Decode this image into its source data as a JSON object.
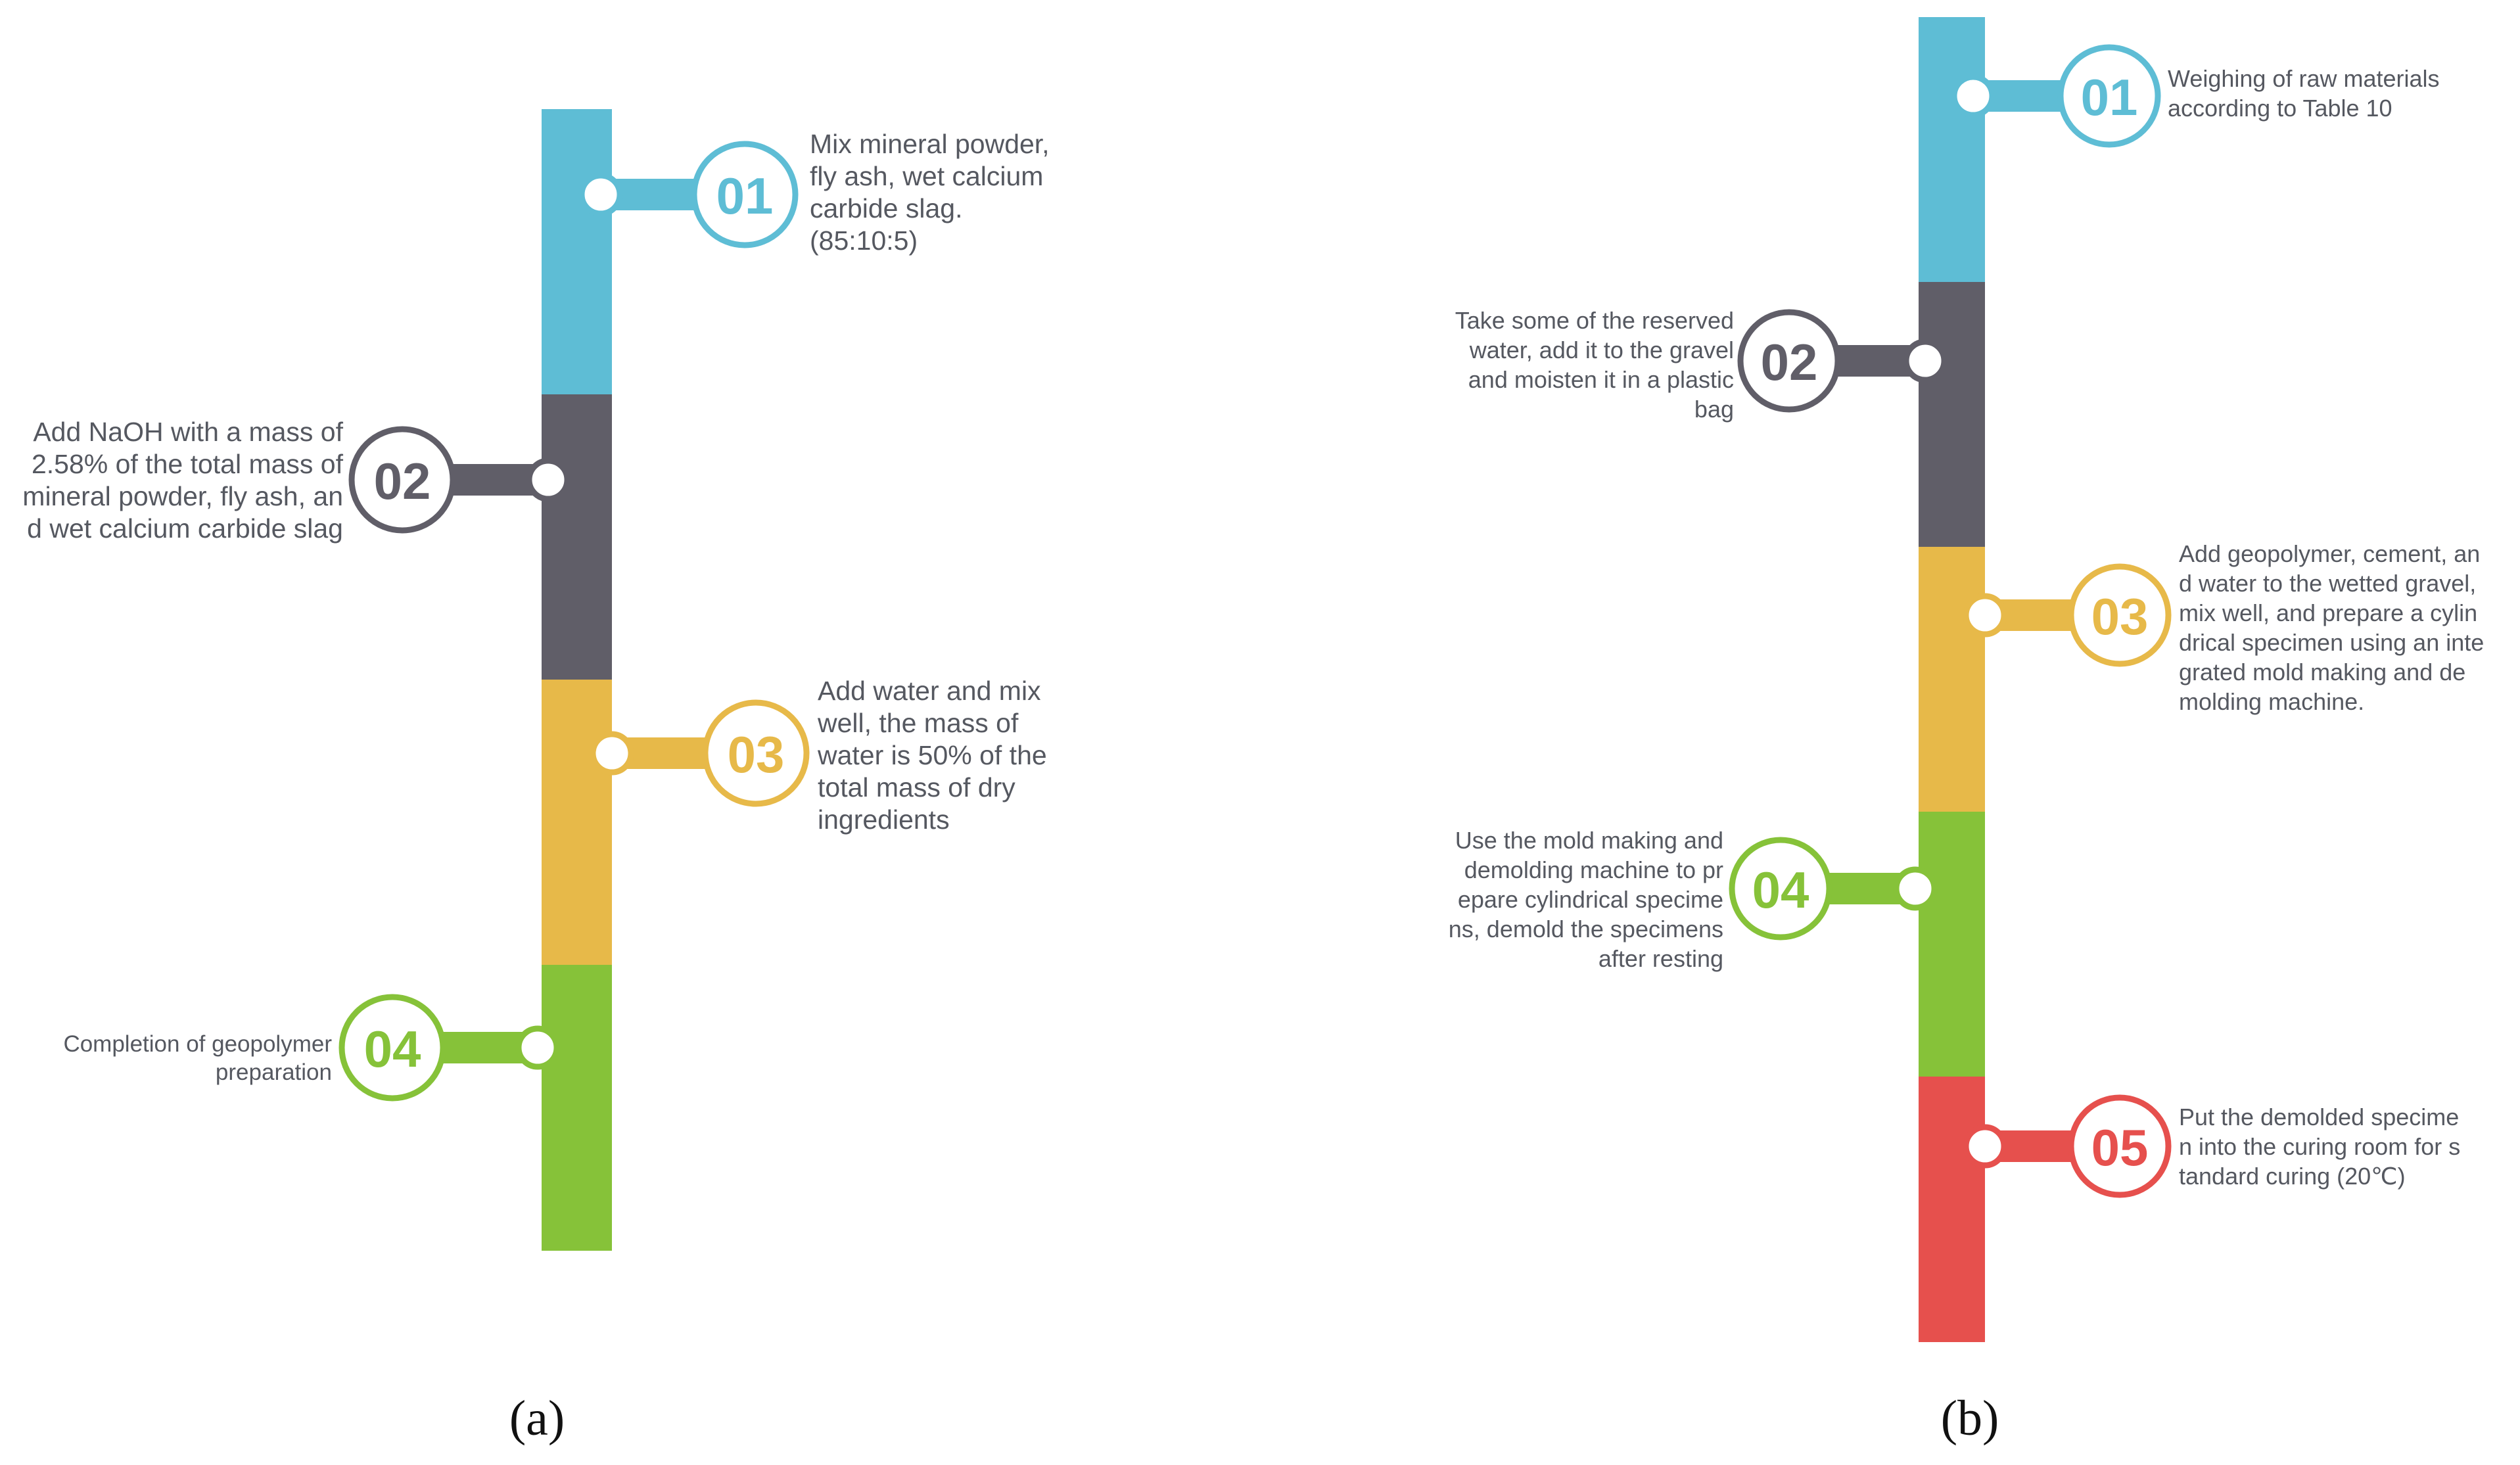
{
  "colors": {
    "blue": "#5EBDD5",
    "gray": "#605E68",
    "yellow": "#E7B949",
    "green": "#86C239",
    "red": "#E6504D",
    "text": "#555860"
  },
  "panel_a": {
    "label": "(a)",
    "steps": [
      {
        "num": "01",
        "color": "#5EBDD5",
        "text": "Mix mineral powder,\nfly ash, wet calcium\ncarbide slag.\n(85:10:5)"
      },
      {
        "num": "02",
        "color": "#605E68",
        "text": "Add NaOH with a mass of\n2.58% of the total mass of\nmineral powder, fly ash, an\nd wet calcium carbide slag"
      },
      {
        "num": "03",
        "color": "#E7B949",
        "text": "Add water and mix\nwell, the mass of\nwater is 50% of the\ntotal mass of dry\ningredients"
      },
      {
        "num": "04",
        "color": "#86C239",
        "text": "Completion of geopolymer\npreparation"
      }
    ]
  },
  "panel_b": {
    "label": "(b)",
    "steps": [
      {
        "num": "01",
        "color": "#5EBDD5",
        "text": "Weighing of raw materials\naccording to Table 10"
      },
      {
        "num": "02",
        "color": "#605E68",
        "text": "Take some of the reserved\nwater, add it to the gravel\nand moisten it in a plastic\nbag"
      },
      {
        "num": "03",
        "color": "#E7B949",
        "text": "Add geopolymer, cement, an\nd water to the wetted gravel,\nmix well, and prepare a cylin\ndrical specimen using an inte\ngrated mold making and de\nmolding machine."
      },
      {
        "num": "04",
        "color": "#86C239",
        "text": "Use the mold making and\ndemolding machine to pr\nepare cylindrical specime\nns, demold the specimens\nafter resting"
      },
      {
        "num": "05",
        "color": "#E6504D",
        "text": "Put the demolded specime\nn into the curing room for s\ntandard curing (20℃)"
      }
    ]
  }
}
